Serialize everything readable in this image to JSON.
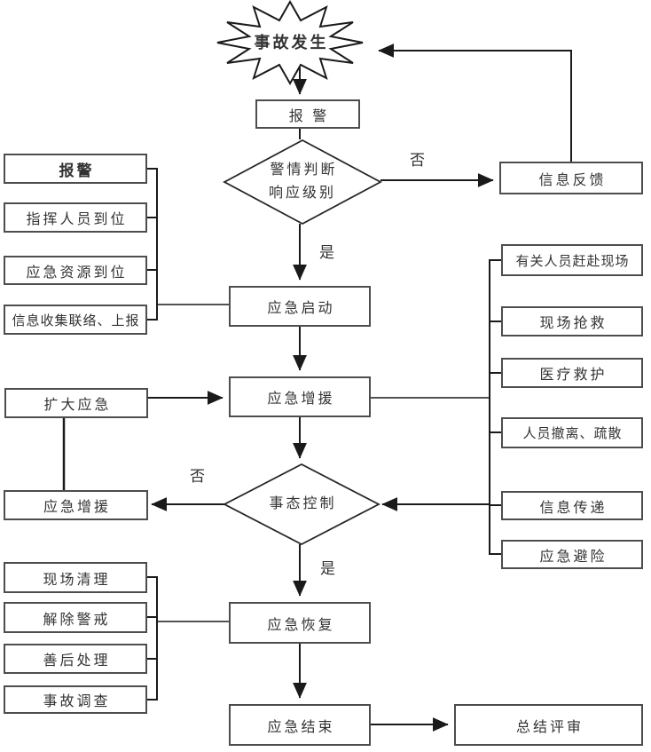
{
  "diagram": {
    "colors": {
      "background": "#ffffff",
      "line": "#1a1a1a",
      "box_border": "#4d4d4d",
      "text": "#333333"
    },
    "nodes": {
      "start": {
        "label": "事故发生",
        "shape": "starburst"
      },
      "alarm": {
        "label": "报  警",
        "shape": "rect"
      },
      "severity_decision": {
        "label": "警情判断\n响应级别",
        "shape": "diamond"
      },
      "info_feedback": {
        "label": "信息反馈",
        "shape": "rect"
      },
      "prep_group": {
        "baojing": {
          "label": "报警"
        },
        "commanders_in_place": {
          "label": "指挥人员到位"
        },
        "resources_in_place": {
          "label": "应急资源到位"
        },
        "info_collection": {
          "label": "信息收集联络、上报"
        }
      },
      "emergency_start": {
        "label": "应急启动",
        "shape": "rect"
      },
      "expand_emergency": {
        "label": "扩大应急",
        "shape": "rect"
      },
      "reinforcement_center": {
        "label": "应急增援",
        "shape": "rect"
      },
      "reinforcement_left": {
        "label": "应急增援",
        "shape": "rect"
      },
      "control_decision": {
        "label": "事态控制",
        "shape": "diamond"
      },
      "response_group": {
        "personnel_arrive": {
          "label": "有关人员赶赴现场"
        },
        "site_rescue": {
          "label": "现场抢救"
        },
        "medical_aid": {
          "label": "医疗救护"
        },
        "evacuation": {
          "label": "人员撤离、疏散"
        },
        "info_transfer": {
          "label": "信息传递"
        },
        "risk_avoidance": {
          "label": "应急避险"
        }
      },
      "recovery_group": {
        "site_cleanup": {
          "label": "现场清理"
        },
        "lift_alert": {
          "label": "解除警戒"
        },
        "aftermath": {
          "label": "善后处理"
        },
        "investigation": {
          "label": "事故调查"
        }
      },
      "emergency_recovery": {
        "label": "应急恢复",
        "shape": "rect"
      },
      "emergency_end": {
        "label": "应急结束",
        "shape": "rect"
      },
      "summary_review": {
        "label": "总结评审",
        "shape": "rect"
      }
    },
    "edge_labels": {
      "no_top": "否",
      "yes_top": "是",
      "no_mid": "否",
      "yes_mid": "是"
    }
  }
}
